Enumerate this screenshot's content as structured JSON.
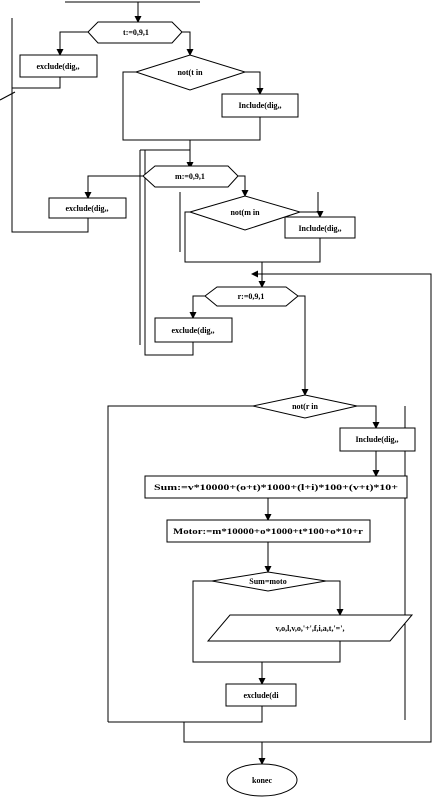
{
  "flowchart": {
    "loop_t": "t:=0,9,1",
    "exclude_t": "exclude(dig,,",
    "cond_not_t": "not(t in",
    "include_t": "Include(dig,,",
    "loop_m": "m:=0,9,1",
    "exclude_m": "exclude(dig,,",
    "cond_not_m": "not(m in",
    "include_m": "Include(dig,,",
    "loop_r": "r:=0,9,1",
    "exclude_r": "exclude(dig,,",
    "cond_not_r": "not(r in",
    "include_r": "Include(dig,,",
    "calc_sum": "Sum:=v*10000+(o+t)*1000+(l+i)*100+(v+t)*10+",
    "calc_motor": "Motor:=m*10000+o*1000+t*100+o*10+r",
    "cond_sum": "Sum=moto",
    "output": "v,o,l,v,o,'+',f,i,a,t,'=',",
    "exclude_last": "exclude(di",
    "end": "konec"
  }
}
